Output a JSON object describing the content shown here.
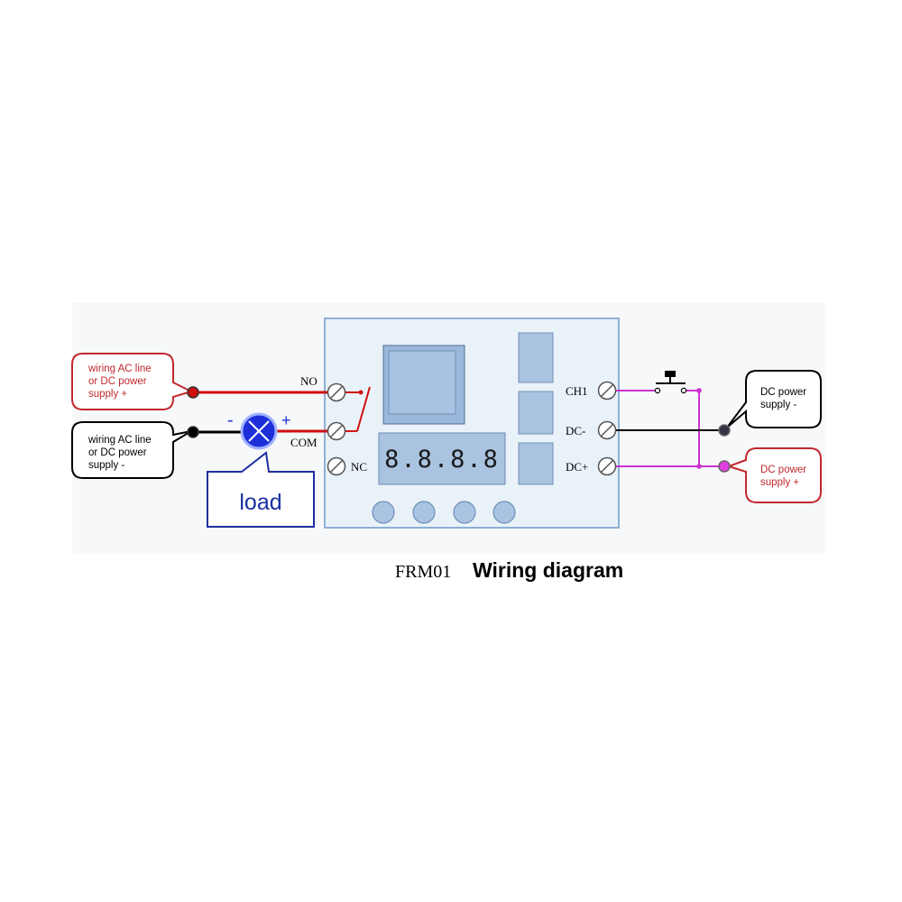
{
  "module": {
    "display_digits": "8.8.8.8",
    "relay_terminals": [
      "NO",
      "COM",
      "NC"
    ],
    "input_terminals": [
      "CH1",
      "DC-",
      "DC+"
    ]
  },
  "callouts": {
    "left_top": [
      "wiring AC line",
      "or DC power",
      "supply +"
    ],
    "left_bottom": [
      "wiring AC line",
      "or DC power",
      "supply -"
    ],
    "right_top": [
      "DC power",
      "supply -"
    ],
    "right_bottom": [
      "DC power",
      "supply +"
    ]
  },
  "load": {
    "label": "load",
    "minus_sign": "-",
    "plus_sign": "+"
  },
  "caption": {
    "model": "FRM01",
    "title": "Wiring diagram"
  },
  "colors": {
    "positive_wire": "#d01010",
    "negative_wire": "#000000",
    "signal_wire": "#cc33cc",
    "board_fill": "#e9f1f8",
    "component_fill": "#a9c3e0",
    "load_fill": "#1d2fd8",
    "callout_red": "#c0282e"
  }
}
